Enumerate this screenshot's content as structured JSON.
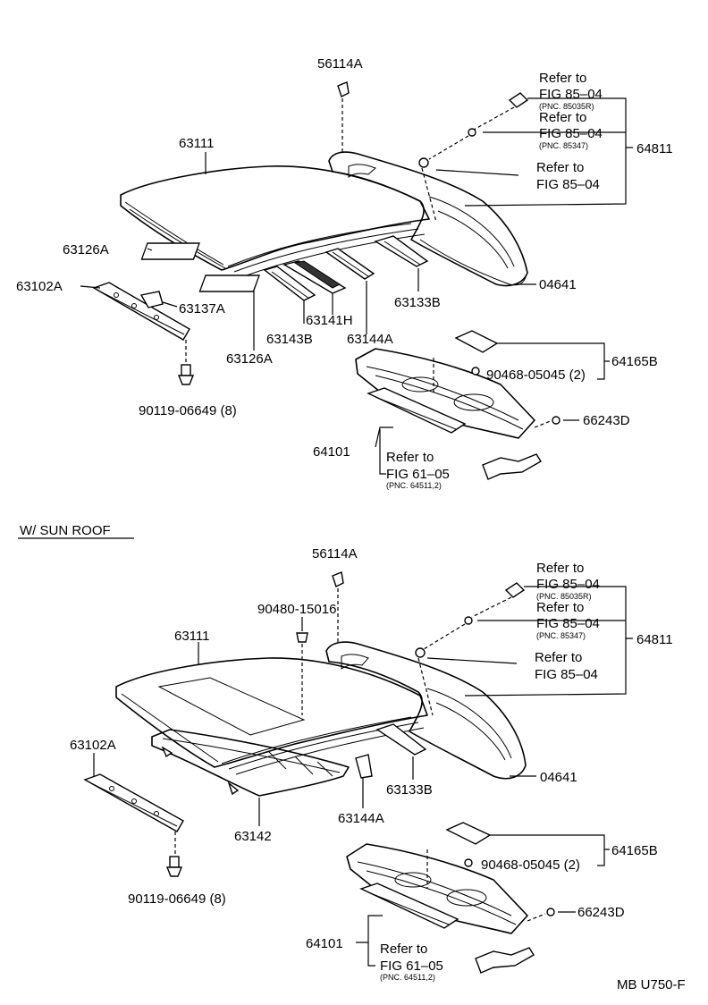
{
  "top_section": {
    "p56114a": "56114A",
    "p63111": "63111",
    "p63126a_1": "63126A",
    "p63102a": "63102A",
    "p63137a": "63137A",
    "p63143b": "63143B",
    "p63141h": "63141H",
    "p63144a": "63144A",
    "p63126a_2": "63126A",
    "p63133b": "63133B",
    "p04641": "04641",
    "p64811": "64811",
    "p64165b": "64165B",
    "p90468": "90468-05045 (2)",
    "p66243d": "66243D",
    "p64101": "64101",
    "p90119": "90119-06649 (8)",
    "ref1_a": "Refer to",
    "ref1_b": "FIG 85–04",
    "ref1_c": "(PNC. 85035R)",
    "ref2_a": "Refer to",
    "ref2_b": "FIG 85–04",
    "ref2_c": "(PNC. 85347)",
    "ref3_a": "Refer to",
    "ref3_b": "FIG 85–04",
    "ref4_a": "Refer to",
    "ref4_b": "FIG 61–05",
    "ref4_c": "(PNC. 64511,2)"
  },
  "section_header": "W/ SUN ROOF",
  "bottom_section": {
    "p56114a": "56114A",
    "p90480": "90480-15016",
    "p63111": "63111",
    "p63102a": "63102A",
    "p63142": "63142",
    "p63144a": "63144A",
    "p63133b": "63133B",
    "p04641": "04641",
    "p64811": "64811",
    "p64165b": "64165B",
    "p90468": "90468-05045 (2)",
    "p66243d": "66243D",
    "p64101": "64101",
    "p90119": "90119-06649 (8)",
    "ref1_a": "Refer to",
    "ref1_b": "FIG 85–04",
    "ref1_c": "(PNC. 85035R)",
    "ref2_a": "Refer to",
    "ref2_b": "FIG 85–04",
    "ref2_c": "(PNC. 85347)",
    "ref3_a": "Refer to",
    "ref3_b": "FIG 85–04",
    "ref4_a": "Refer to",
    "ref4_b": "FIG 61–05",
    "ref4_c": "(PNC. 64511,2)"
  },
  "footer_code": "MB U750-F"
}
